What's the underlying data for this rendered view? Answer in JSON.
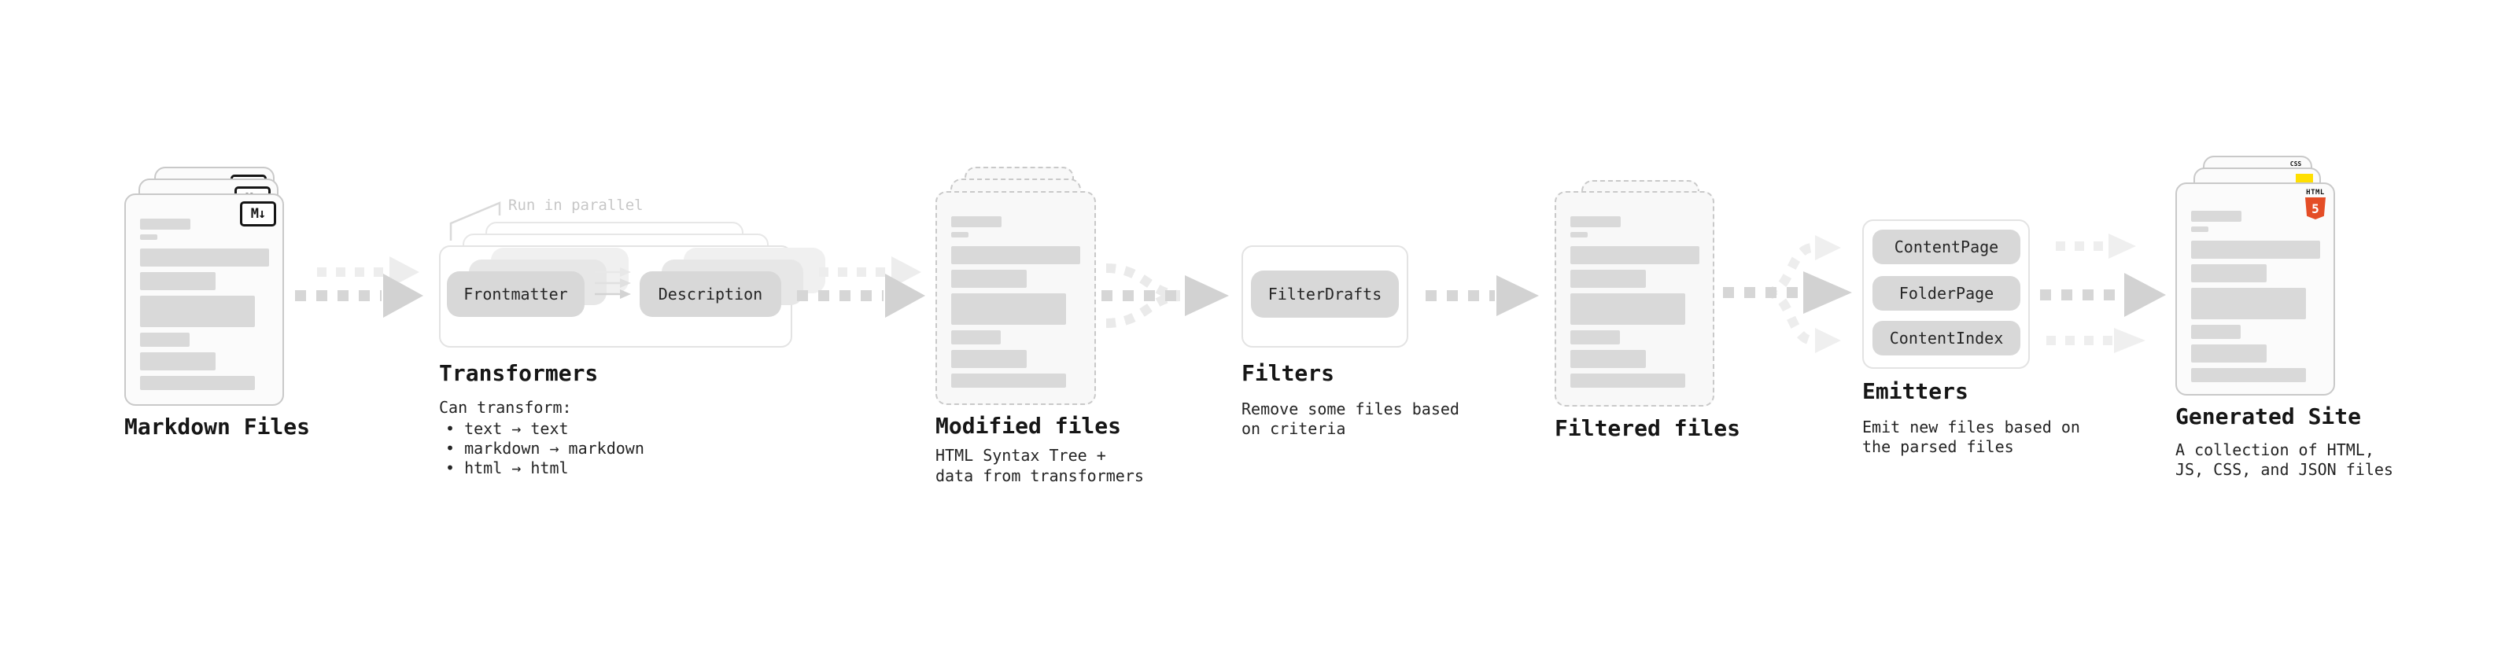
{
  "stages": {
    "markdown": {
      "label": "Markdown Files",
      "icon": "M↓"
    },
    "transformers": {
      "label": "Transformers",
      "note": "Run in parallel",
      "pills": [
        "Frontmatter",
        "Description"
      ],
      "desc_title": "Can transform:",
      "bullets": [
        "• text → text",
        "• markdown → markdown",
        "• html → html"
      ]
    },
    "modified": {
      "label": "Modified files",
      "desc": [
        "HTML Syntax Tree +",
        "data from transformers"
      ]
    },
    "filters": {
      "label": "Filters",
      "pills": [
        "FilterDrafts"
      ],
      "desc": [
        "Remove some files based",
        "on criteria"
      ]
    },
    "filtered": {
      "label": "Filtered files"
    },
    "emitters": {
      "label": "Emitters",
      "pills": [
        "ContentPage",
        "FolderPage",
        "ContentIndex"
      ],
      "desc": [
        "Emit new files based on",
        "the parsed files"
      ]
    },
    "site": {
      "label": "Generated Site",
      "desc": [
        "A collection of HTML,",
        "JS, CSS, and JSON files"
      ],
      "badges": {
        "html_word": "HTML",
        "html_num": "5",
        "css": "CSS"
      }
    }
  },
  "colors": {
    "html5_orange": "#e44d26",
    "js_yellow": "#ffdf00",
    "css_blue": "#2965f1",
    "skeleton_gray": "#d9d9d9",
    "arrow_gray": "#d6d6d6",
    "arrow_faint": "#ededed",
    "note_gray": "#c7c7c7"
  }
}
